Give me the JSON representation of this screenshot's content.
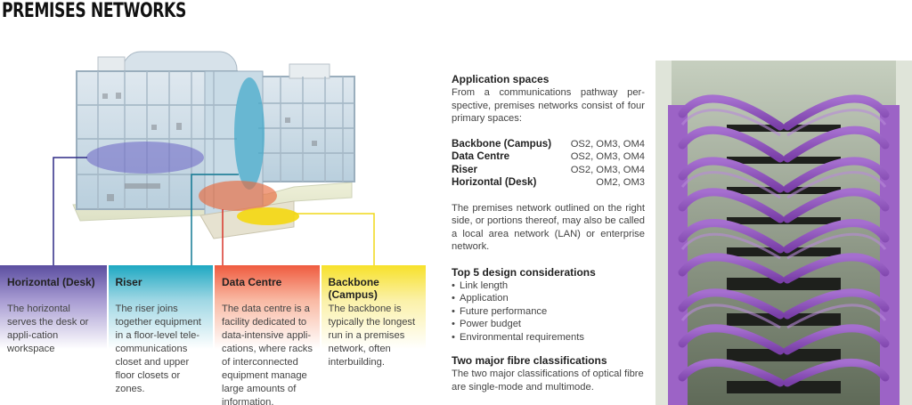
{
  "page": {
    "title": "PREMISES NETWORKS"
  },
  "illustration": {
    "description": "Cutaway office building with highlighted network zones",
    "zones": [
      {
        "name": "Horizontal (Desk)",
        "color": "#4b3f9a"
      },
      {
        "name": "Riser",
        "color": "#1f8fb0"
      },
      {
        "name": "Data Centre",
        "color": "#e8473a"
      },
      {
        "name": "Backbone (Campus)",
        "color": "#f2d81c"
      }
    ]
  },
  "columns": [
    {
      "heading": "Horizontal (Desk)",
      "body": "The horizontal serves the desk or appli-cation workspace",
      "color": "#5b4ea0"
    },
    {
      "heading": "Riser",
      "body": "The riser joins together equipment in a floor-level tele-communications closet and upper floor closets or zones.",
      "color": "#1ea8c2"
    },
    {
      "heading": "Data Centre",
      "body": "The data centre is a facility dedicated to data-intensive appli-cations, where racks of interconnected equipment manage large amounts of information.",
      "color": "#ef5b3f"
    },
    {
      "heading": "Backbone (Campus)",
      "body": "The backbone is typically the longest run in a premises network, often interbuilding.",
      "color": "#f7e12a"
    }
  ],
  "application_spaces": {
    "heading": "Application spaces",
    "intro": "From a communications pathway per-spective, premises networks consist of four primary spaces:",
    "spaces": [
      {
        "name": "Backbone (Campus)",
        "fibres": "OS2, OM3, OM4"
      },
      {
        "name": "Data Centre",
        "fibres": "OS2, OM3, OM4"
      },
      {
        "name": "Riser",
        "fibres": "OS2, OM3, OM4"
      },
      {
        "name": "Horizontal (Desk)",
        "fibres": "OM2, OM3"
      }
    ],
    "note": "The premises network outlined on the right side, or portions thereof, may also be called a local area network (LAN) or enterprise network."
  },
  "design_considerations": {
    "heading": "Top 5 design considerations",
    "items": [
      "Link length",
      "Application",
      "Future performance",
      "Power budget",
      "Environmental requirements"
    ]
  },
  "fibre_classifications": {
    "heading": "Two major fibre classifications",
    "body": "The two major classifications of optical fibre are single-mode and multimode."
  },
  "photo": {
    "description": "Server rack with violet fibre patch cables"
  }
}
